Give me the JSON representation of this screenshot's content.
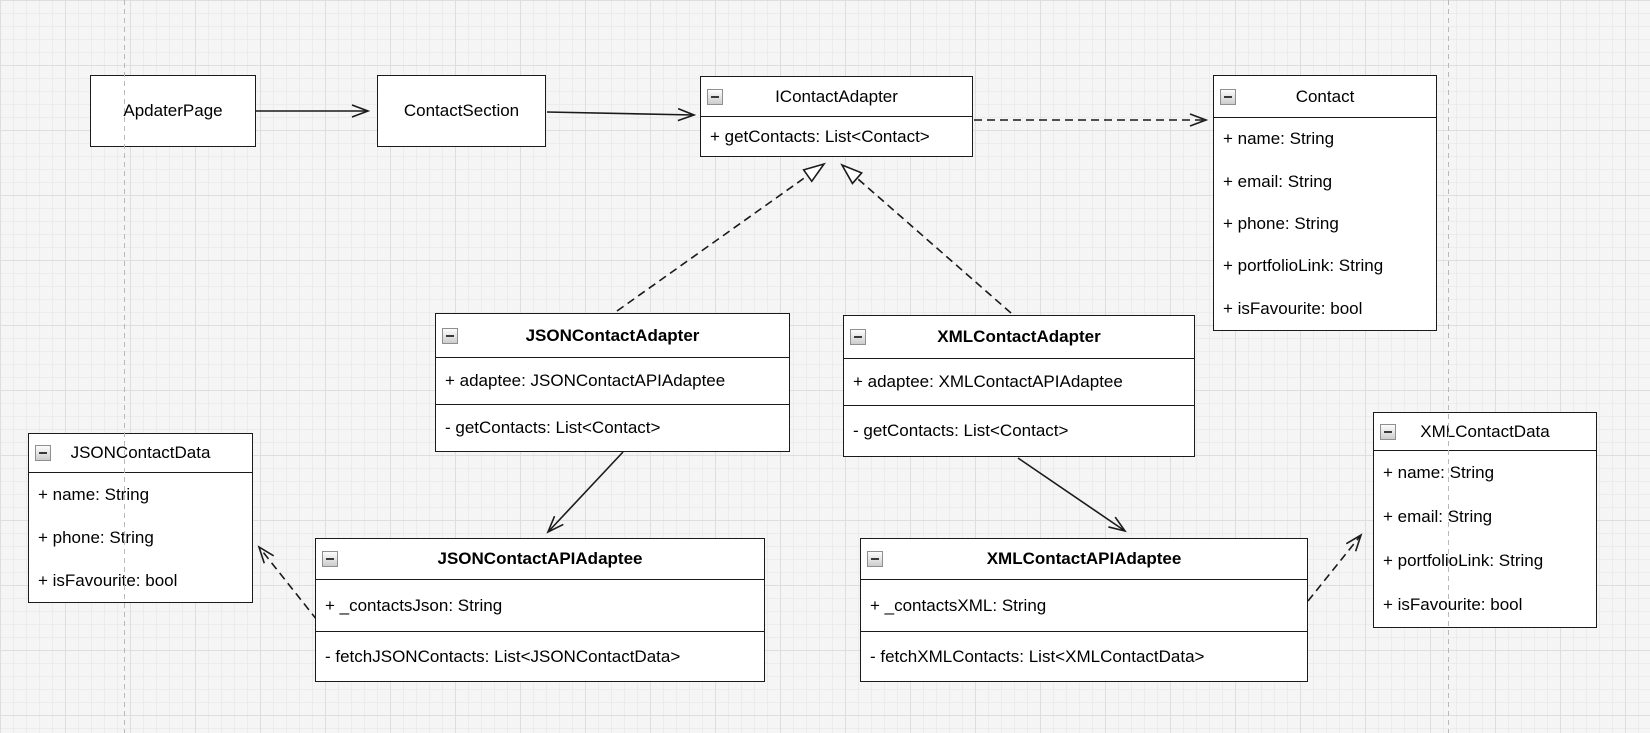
{
  "diagram_type": "uml-class-diagram",
  "nodes": {
    "adapter_page": {
      "label": "ApdaterPage"
    },
    "contact_section": {
      "label": "ContactSection"
    },
    "icontact_adapter": {
      "title": "IContactAdapter",
      "methods": [
        "+ getContacts: List<Contact>"
      ]
    },
    "contact": {
      "title": "Contact",
      "attributes": [
        "+ name: String",
        "+ email: String",
        "+ phone: String",
        "+ portfolioLink: String",
        "+ isFavourite: bool"
      ]
    },
    "json_contact_adapter": {
      "title": "JSONContactAdapter",
      "attributes": [
        "+ adaptee: JSONContactAPIAdaptee"
      ],
      "methods": [
        "- getContacts: List<Contact>"
      ]
    },
    "xml_contact_adapter": {
      "title": "XMLContactAdapter",
      "attributes": [
        "+ adaptee: XMLContactAPIAdaptee"
      ],
      "methods": [
        "- getContacts: List<Contact>"
      ]
    },
    "json_contact_data": {
      "title": "JSONContactData",
      "attributes": [
        "+ name: String",
        "+ phone: String",
        "+ isFavourite: bool"
      ]
    },
    "xml_contact_data": {
      "title": "XMLContactData",
      "attributes": [
        "+ name: String",
        "+ email: String",
        "+ portfolioLink: String",
        "+ isFavourite: bool"
      ]
    },
    "json_contact_api_adaptee": {
      "title": "JSONContactAPIAdaptee",
      "attributes": [
        "+ _contactsJson: String"
      ],
      "methods": [
        "- fetchJSONContacts: List<JSONContactData>"
      ]
    },
    "xml_contact_api_adaptee": {
      "title": "XMLContactAPIAdaptee",
      "attributes": [
        "+ _contactsXML: String"
      ],
      "methods": [
        "- fetchXMLContacts: List<XMLContactData>"
      ]
    }
  },
  "edges": [
    {
      "from": "ApdaterPage",
      "to": "ContactSection",
      "type": "directed-association",
      "style": "solid-open-arrow"
    },
    {
      "from": "ContactSection",
      "to": "IContactAdapter",
      "type": "directed-association",
      "style": "solid-open-arrow"
    },
    {
      "from": "IContactAdapter",
      "to": "Contact",
      "type": "dependency",
      "style": "dashed-open-arrow"
    },
    {
      "from": "JSONContactAdapter",
      "to": "IContactAdapter",
      "type": "realization",
      "style": "dashed-hollow-triangle"
    },
    {
      "from": "XMLContactAdapter",
      "to": "IContactAdapter",
      "type": "realization",
      "style": "dashed-hollow-triangle"
    },
    {
      "from": "JSONContactAdapter",
      "to": "JSONContactAPIAdaptee",
      "type": "directed-association",
      "style": "solid-open-arrow"
    },
    {
      "from": "XMLContactAdapter",
      "to": "XMLContactAPIAdaptee",
      "type": "directed-association",
      "style": "solid-open-arrow"
    },
    {
      "from": "JSONContactAPIAdaptee",
      "to": "JSONContactData",
      "type": "dependency",
      "style": "dashed-open-arrow"
    },
    {
      "from": "XMLContactAPIAdaptee",
      "to": "XMLContactData",
      "type": "dependency",
      "style": "dashed-open-arrow"
    }
  ],
  "colors": {
    "stroke": "#1a1a1a",
    "node_fill": "#ffffff",
    "canvas_bg": "#f5f5f5",
    "grid_minor": "#ececec",
    "grid_major": "#dedede",
    "guide": "#b9b9b9"
  }
}
